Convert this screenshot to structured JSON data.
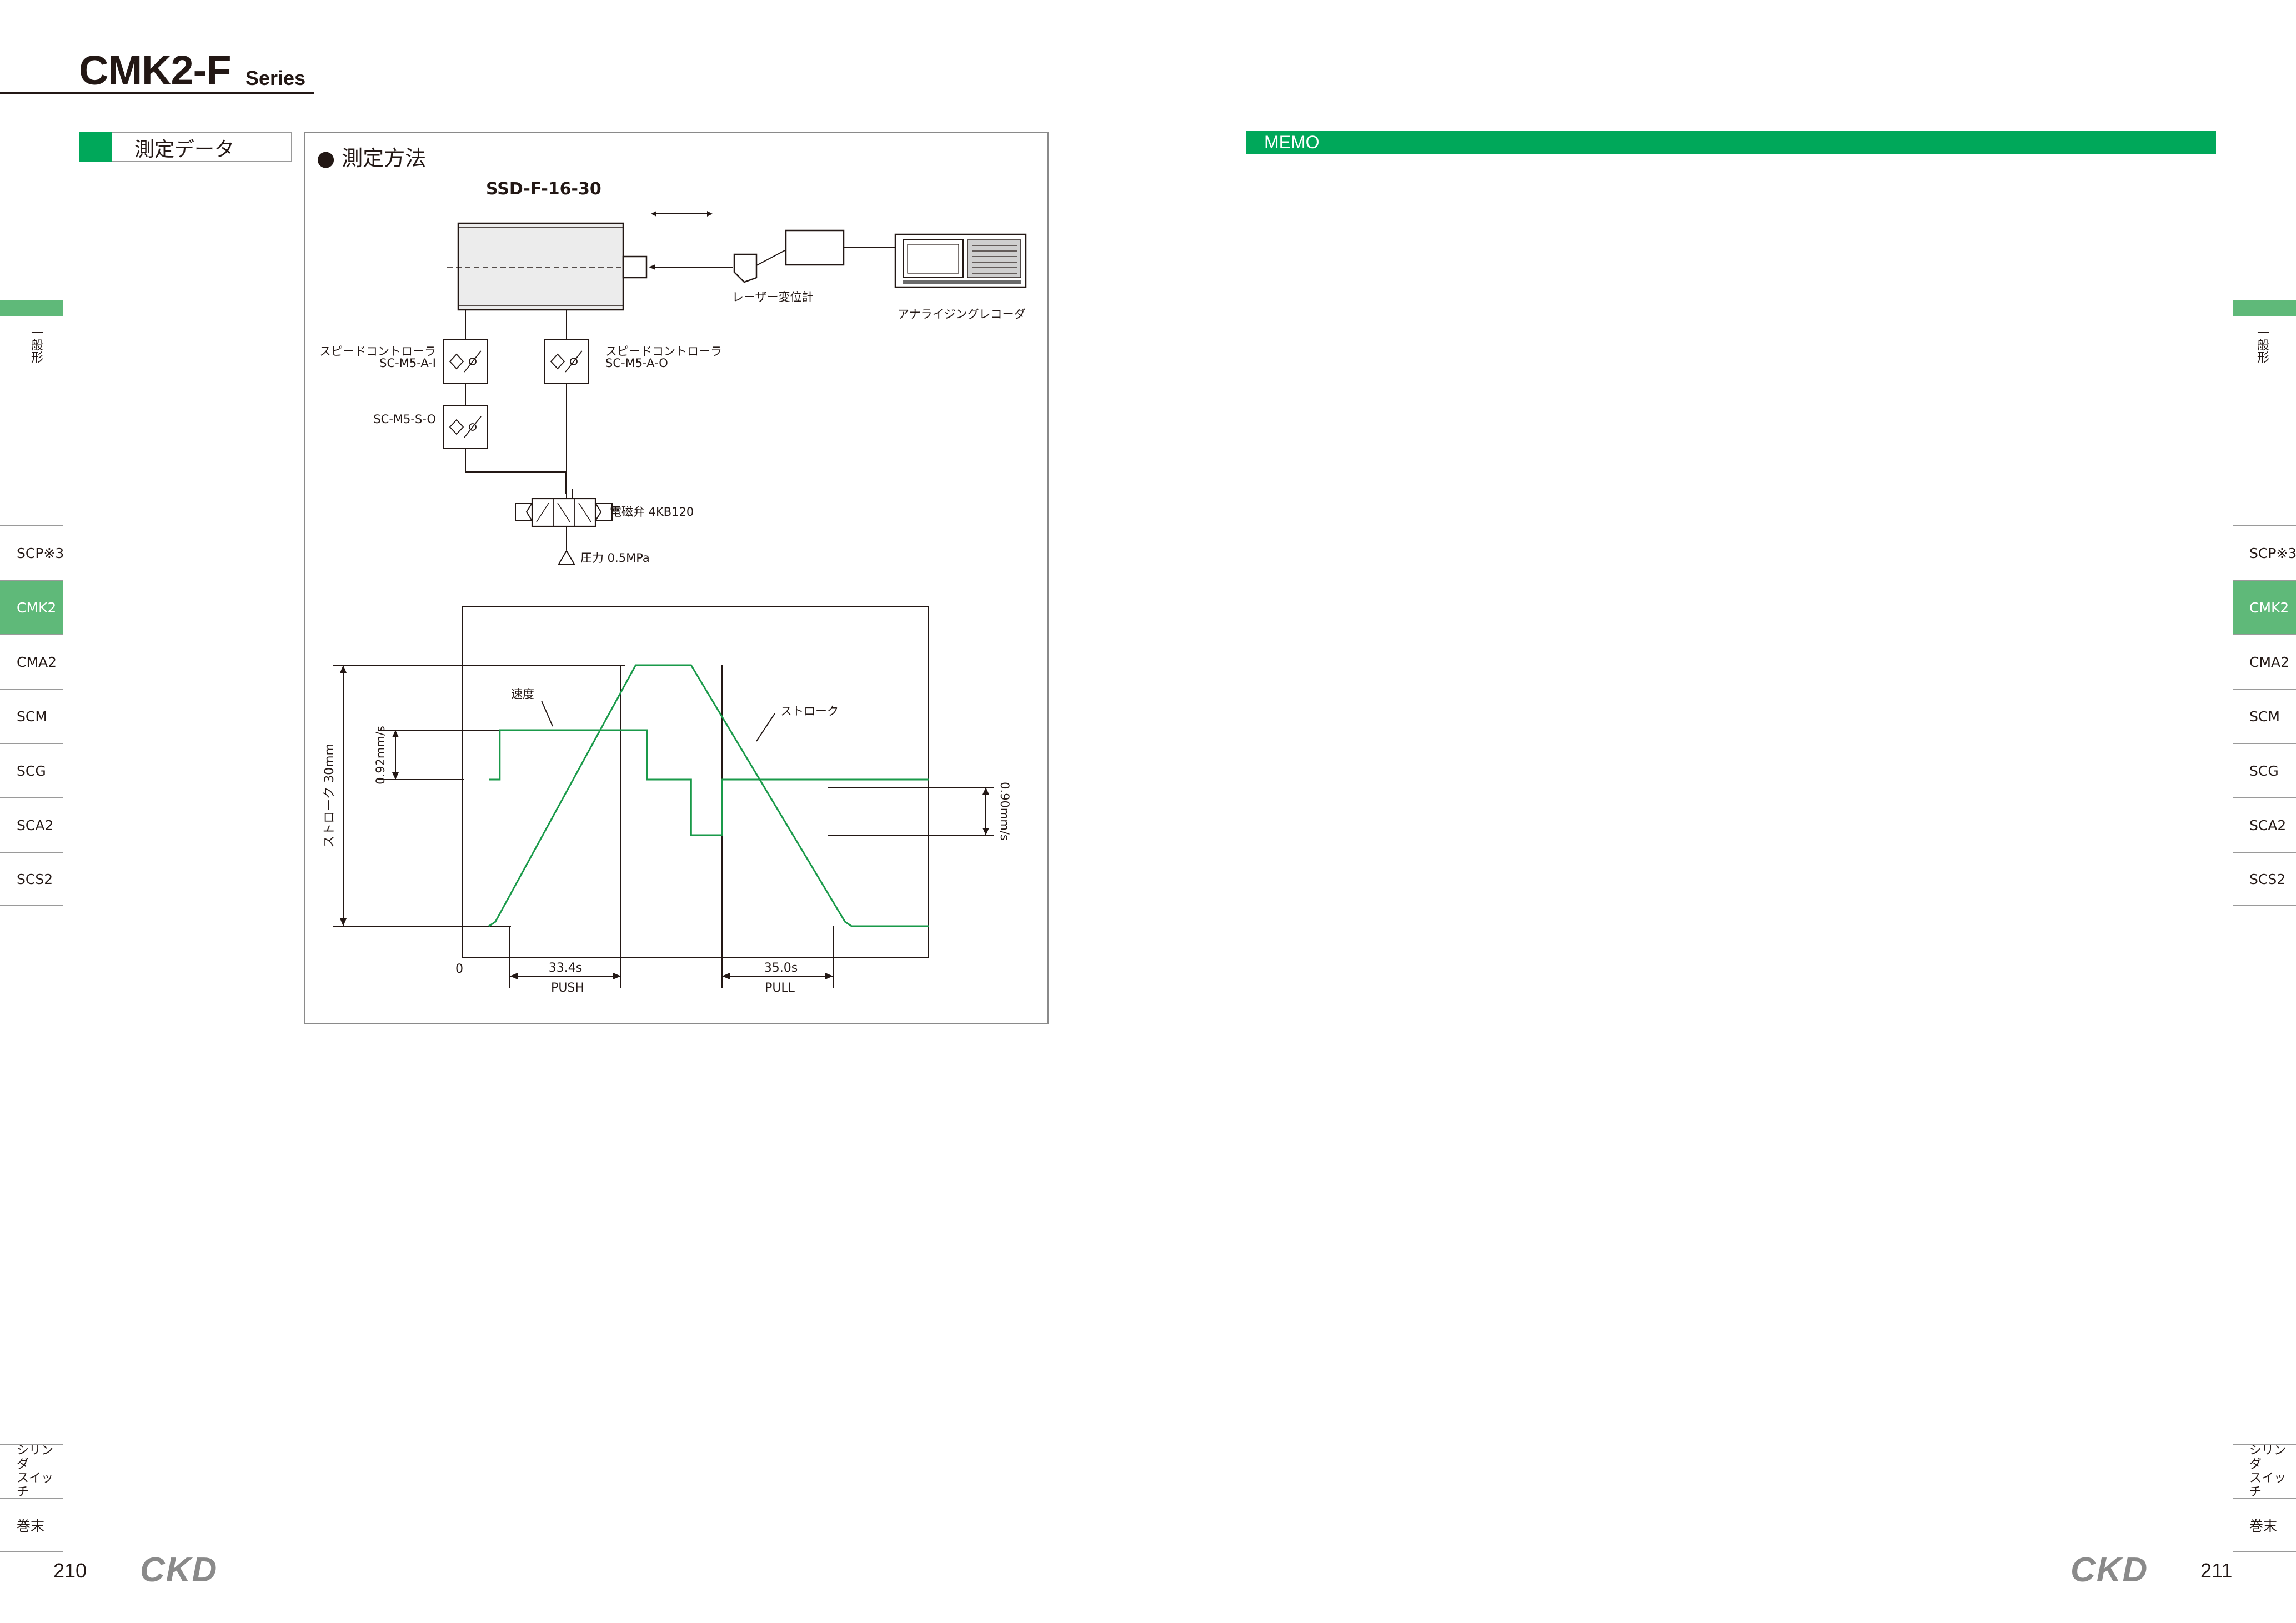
{
  "header": {
    "series_title": "CMK2-F",
    "series_sub": "Series"
  },
  "section": {
    "label": "測定データ"
  },
  "method": {
    "heading": "● 測定方法",
    "model": "SSD-F-16-30",
    "laser": "レーザー変位計",
    "recorder": "アナライジングレコーダ",
    "sc_left_1": "スピードコントローラ",
    "sc_left_2": "SC-M5-A-I",
    "sc_right_1": "スピードコントローラ",
    "sc_right_2": "SC-M5-A-O",
    "sc_s": "SC-M5-S-O",
    "valve": "電磁弁 4KB120",
    "pressure": "圧力 0.5MPa"
  },
  "graph": {
    "speed_label": "速度",
    "stroke_label": "ストローク",
    "y_left_label": "ストローク 30mm",
    "speed_push": "0.92mm/s",
    "speed_pull": "0.90mm/s",
    "zero": "0",
    "push_time": "33.4s",
    "push_label": "PUSH",
    "pull_time": "35.0s",
    "pull_label": "PULL"
  },
  "chart_data": {
    "type": "line",
    "series": [
      {
        "name": "ストローク",
        "x": [
          0,
          1.5,
          33.4,
          40.0,
          46.0,
          81.0,
          82.5,
          100.0
        ],
        "y": [
          0,
          0.5,
          30,
          30,
          30,
          0.5,
          0,
          0
        ]
      },
      {
        "name": "速度",
        "x": [
          0,
          2.5,
          2.5,
          36.0,
          36.0,
          46.0,
          46.0,
          53.0,
          53.0,
          100.0
        ],
        "y": [
          0,
          0,
          0.92,
          0.92,
          0,
          0,
          -0.9,
          -0.9,
          0,
          0
        ]
      }
    ],
    "push_time": 33.4,
    "pull_time": 35.0,
    "stroke_mm": 30,
    "ylabel": "ストローク 30mm",
    "colors": {
      "trace": "#1a9a4a"
    }
  },
  "memo": {
    "label": "MEMO"
  },
  "side_tabs": {
    "general": "一般形",
    "items": [
      "SCP※3",
      "CMK2",
      "CMA2",
      "SCM",
      "SCG",
      "SCA2",
      "SCS2"
    ],
    "active_index": 1,
    "bottom_1": "シリンダ\nスイッチ",
    "bottom_2": "巻末"
  },
  "footer": {
    "left_page": "210",
    "right_page": "211",
    "logo": "CKD"
  },
  "colors": {
    "accent": "#00a85a",
    "tab_active": "#5fb979"
  }
}
